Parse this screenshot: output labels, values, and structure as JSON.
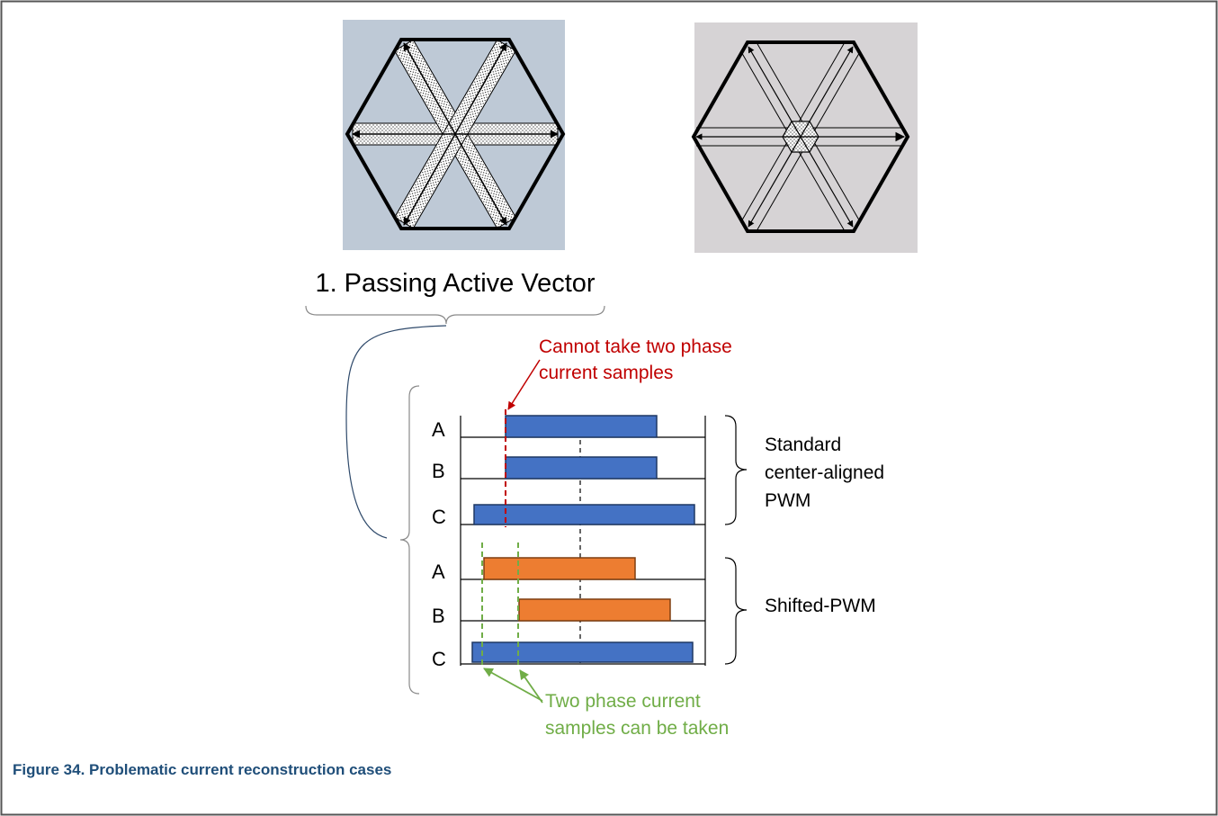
{
  "figure": {
    "caption": "Figure 34.  Problematic current reconstruction cases",
    "left_panel_title": "1. Passing Active Vector",
    "red_note": [
      "Cannot take two phase",
      "current samples"
    ],
    "green_note": [
      "Two phase current",
      "samples can be taken"
    ],
    "standard_group_label": [
      "Standard",
      "center-aligned",
      "PWM"
    ],
    "shifted_group_label": "Shifted-PWM",
    "phases": [
      "A",
      "B",
      "C",
      "A",
      "B",
      "C"
    ]
  },
  "colors": {
    "hexagon_bg_left": "#bec9d6",
    "hexagon_bg_right": "#d6d3d5",
    "standard_bar": "#4472c4",
    "shifted_bar": "#ed7d31",
    "red_note": "#c00000",
    "green_note": "#70ad47",
    "caption_text": "#1f4e79"
  }
}
